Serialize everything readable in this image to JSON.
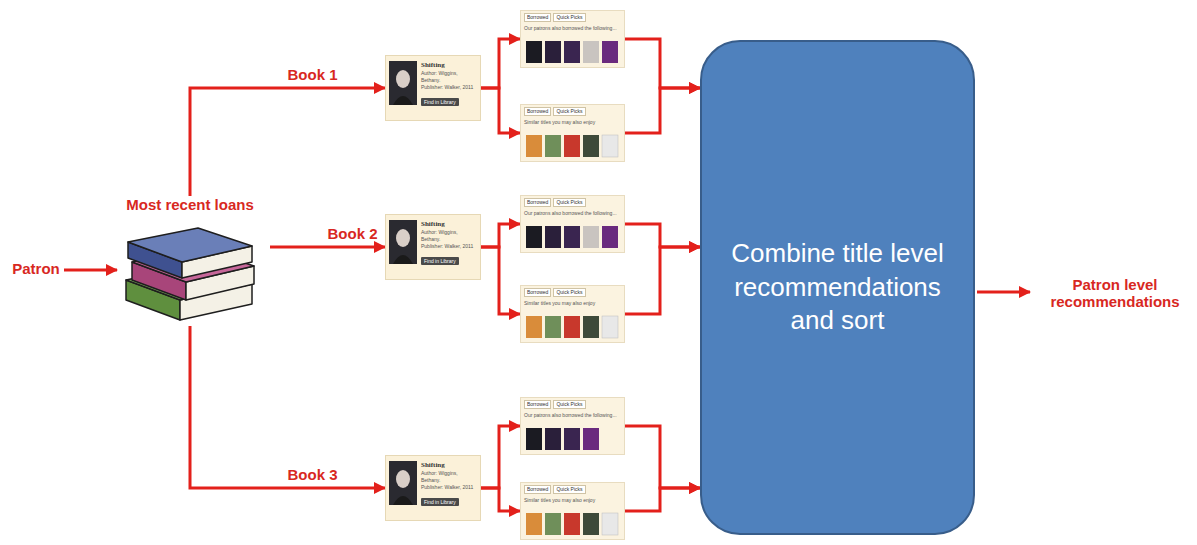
{
  "diagram": {
    "nodes": [
      {
        "text": [
          "Most recent loans"
        ]
      },
      {
        "text": [
          "Shifting",
          "Author: Wiggins, Bethany.",
          "Publisher: Walker, 2011",
          "Find in Library"
        ]
      },
      {
        "text": [
          "Borrowed",
          "Quick Picks",
          "Our patrons also borrowed the following..."
        ]
      },
      {
        "text": [
          "Borrowed",
          "Quick Picks",
          "Similar titles you may also enjoy"
        ]
      },
      {
        "text": [
          "Shifting",
          "Author: Wiggins, Bethany.",
          "Publisher: Walker, 2011",
          "Find in Library"
        ]
      },
      {
        "text": [
          "Borrowed",
          "Quick Picks",
          "Our patrons also borrowed the following..."
        ]
      },
      {
        "text": [
          "Borrowed",
          "Quick Picks",
          "Similar titles you may also enjoy"
        ]
      },
      {
        "text": [
          "Shifting",
          "Author: Wiggins, Bethany.",
          "Publisher: Walker, 2011",
          "Find in Library"
        ]
      },
      {
        "text": [
          "Borrowed",
          "Quick Picks",
          "Our patrons also borrowed the following..."
        ]
      },
      {
        "text": [
          "Borrowed",
          "Quick Picks",
          "Similar titles you may also enjoy"
        ]
      },
      {
        "text": [
          "Combine title level recommendations and sort"
        ]
      }
    ],
    "edges": [
      {
        "from": 0,
        "to": 1,
        "label": "Book 1",
        "arrow": "to"
      },
      {
        "from": 0,
        "to": 4,
        "label": "Book 2",
        "arrow": "to"
      },
      {
        "from": 0,
        "to": 7,
        "label": "Book 3",
        "arrow": "to"
      },
      {
        "from": 1,
        "to": 2,
        "arrow": "to"
      },
      {
        "from": 1,
        "to": 3,
        "arrow": "to"
      },
      {
        "from": 4,
        "to": 5,
        "arrow": "to"
      },
      {
        "from": 4,
        "to": 6,
        "arrow": "to"
      },
      {
        "from": 7,
        "to": 8,
        "arrow": "to"
      },
      {
        "from": 7,
        "to": 9,
        "arrow": "to"
      },
      {
        "from": 2,
        "to": 10,
        "arrow": "to"
      },
      {
        "from": 3,
        "to": 10,
        "arrow": "to"
      },
      {
        "from": 5,
        "to": 10,
        "arrow": "to"
      },
      {
        "from": 6,
        "to": 10,
        "arrow": "to"
      },
      {
        "from": 8,
        "to": 10,
        "arrow": "to"
      },
      {
        "from": 9,
        "to": 10,
        "arrow": "to"
      }
    ],
    "labels": [
      "Patron",
      "Patron level recommendations"
    ]
  }
}
